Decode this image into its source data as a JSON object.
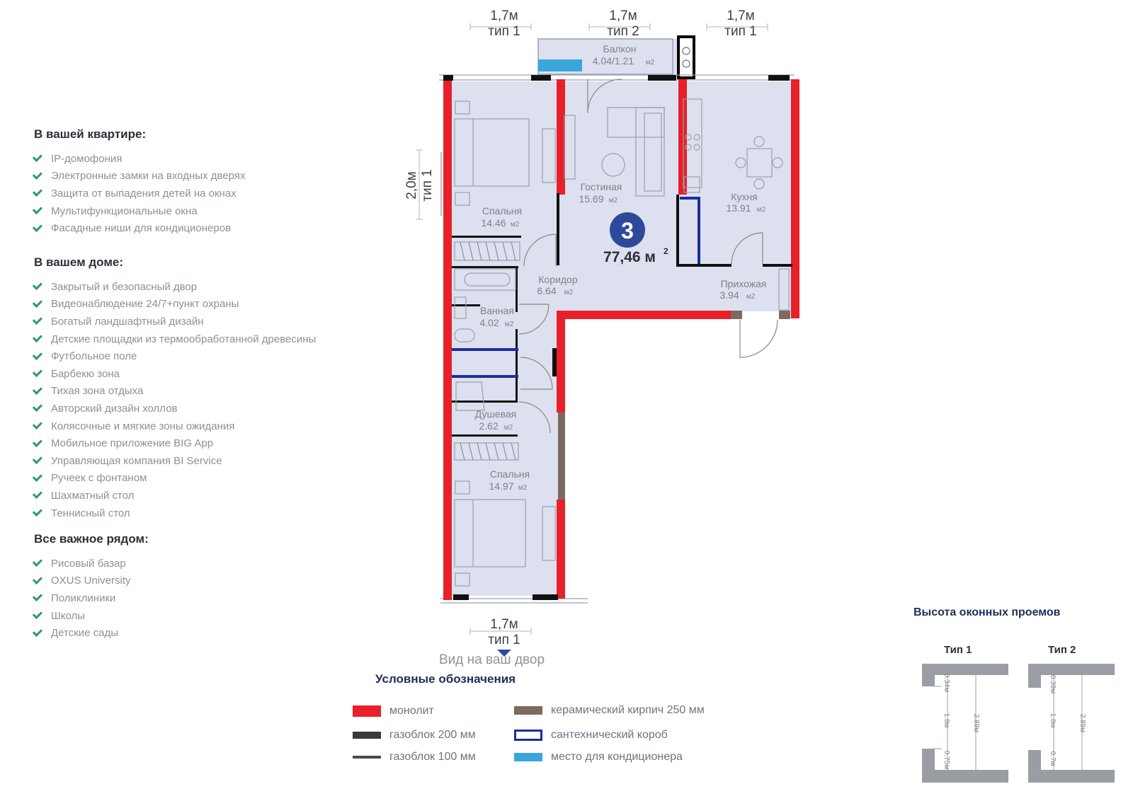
{
  "features": {
    "apartment": {
      "title": "В вашей квартире:",
      "items": [
        "IP-домофония",
        "Электронные замки на входных дверях",
        "Защита от выпадения детей на окнах",
        "Мультифункциональные окна",
        "Фасадные ниши для кондиционеров"
      ]
    },
    "building": {
      "title": "В вашем доме:",
      "items": [
        "Закрытый и безопасный двор",
        "Видеонаблюдение 24/7+пункт охраны",
        "Богатый ландшафтный дизайн",
        "Детские площадки из термообработанной древесины",
        "Футбольное поле",
        "Барбекю зона",
        "Тихая зона отдыха",
        "Авторский дизайн холлов",
        "Колясочные и мягкие зоны ожидания",
        "Мобильное приложение BIG App",
        "Управляющая компания BI Service",
        "Ручеек с фонтаном",
        "Шахматный стол",
        "Теннисный стол"
      ]
    },
    "nearby": {
      "title": "Все важное рядом:",
      "items": [
        "Рисовый базар",
        "OXUS University",
        "Поликлиники",
        "Школы",
        "Детские сады"
      ]
    }
  },
  "plan": {
    "rooms_count": "3",
    "total_area": "77,46 м",
    "total_area_sup": "2",
    "rooms": [
      {
        "name": "Балкон",
        "area": "4.04/1.21",
        "unit": "м2"
      },
      {
        "name": "Спальня",
        "area": "14.46",
        "unit": "м2"
      },
      {
        "name": "Гостиная",
        "area": "15.69",
        "unit": "м2"
      },
      {
        "name": "Кухня",
        "area": "13.91",
        "unit": "м2"
      },
      {
        "name": "Коридор",
        "area": "6.64",
        "unit": "м2"
      },
      {
        "name": "Прихожая",
        "area": "3.94",
        "unit": "м2"
      },
      {
        "name": "Ванная",
        "area": "4.02",
        "unit": "м2"
      },
      {
        "name": "Душевая",
        "area": "2.62",
        "unit": "м2"
      },
      {
        "name": "Спальня",
        "area": "14.97",
        "unit": "м2"
      }
    ],
    "windows": [
      {
        "size": "1,7м",
        "type": "тип 1"
      },
      {
        "size": "1,7м",
        "type": "тип 2"
      },
      {
        "size": "1,7м",
        "type": "тип 1"
      },
      {
        "size": "2,0м",
        "type": "тип 1"
      },
      {
        "size": "1,7м",
        "type": "тип 1"
      }
    ],
    "yard_view": "Вид на ваш двор"
  },
  "legend": {
    "title": "Условные обозначения",
    "items": [
      {
        "label": "монолит",
        "color": "#e8202a"
      },
      {
        "label": "газоблок 200 мм",
        "color": "#3a3a3a"
      },
      {
        "label": "газоблок 100 мм",
        "color": "#4a4a4a"
      },
      {
        "label": "керамический кирпич 250 мм",
        "color": "#7d6a60"
      },
      {
        "label": "сантехнический короб",
        "color": "#1a2ea0"
      },
      {
        "label": "место для кондиционера",
        "color": "#3aa7dc"
      }
    ]
  },
  "window_heights": {
    "title": "Высота оконных проемов",
    "type1": {
      "label": "Тип 1",
      "top": "0.34м",
      "mid": "1.8м",
      "bottom": "0.75м",
      "total": "2.89м"
    },
    "type2": {
      "label": "Тип 2",
      "top": "0.39м",
      "mid": "1.8м",
      "bottom": "0.7м",
      "total": "2.89м"
    }
  },
  "colors": {
    "room_fill": "#dde0ee",
    "monolith": "#e8202a",
    "badge": "#2d4a9a",
    "accent_text": "#1f2d5a"
  }
}
